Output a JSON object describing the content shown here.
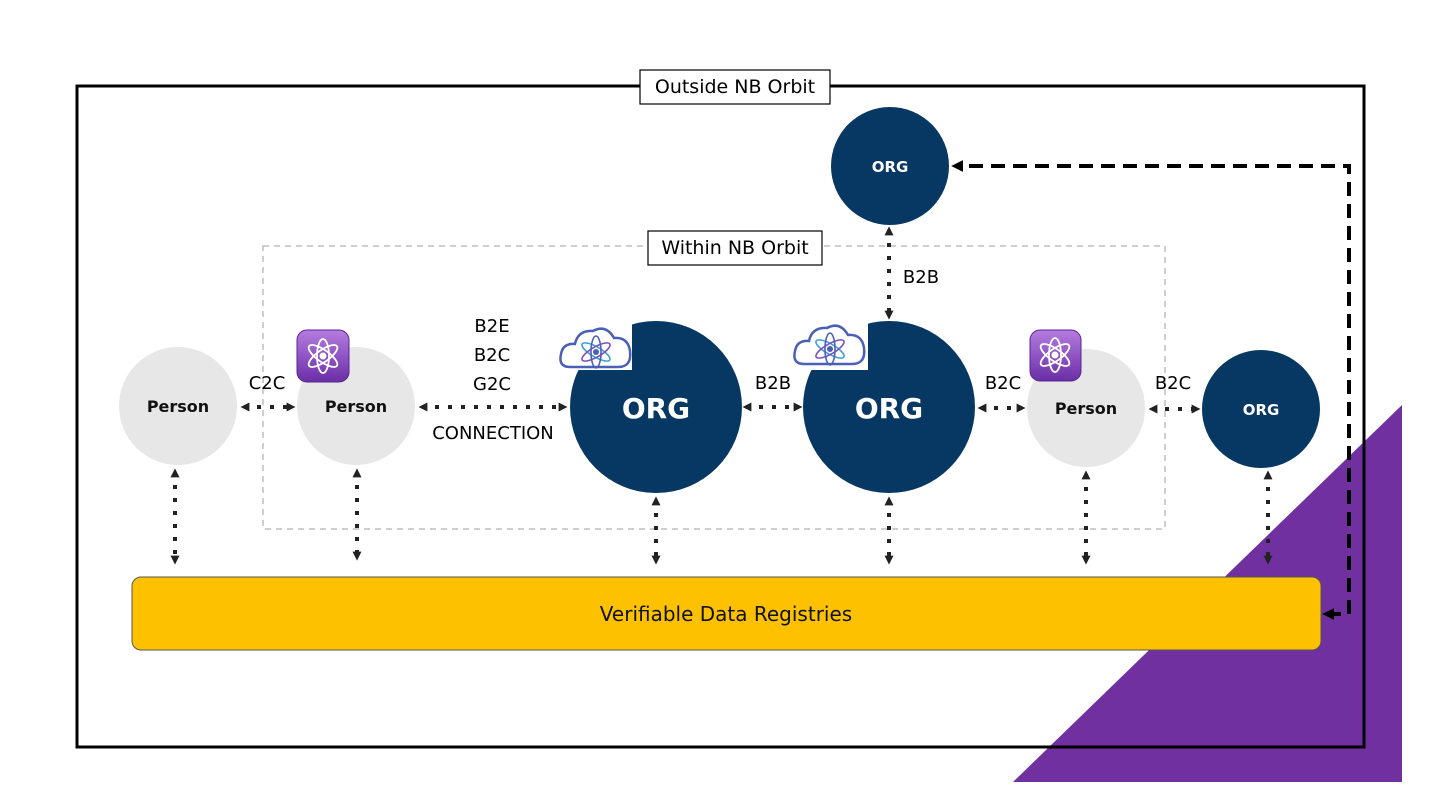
{
  "outer_frame": {
    "label": "Outside NB Orbit"
  },
  "inner_frame": {
    "label": "Within NB Orbit"
  },
  "nodes": {
    "person_1": "Person",
    "person_2": "Person",
    "org_center_left": "ORG",
    "org_center_right": "ORG",
    "person_3": "Person",
    "org_far_right": "ORG",
    "org_top": "ORG"
  },
  "edges": {
    "c2c": "C2C",
    "b2e": "B2E",
    "b2c_left": "B2C",
    "g2c": "G2C",
    "connection": "CONNECTION",
    "b2b_center": "B2B",
    "b2b_top": "B2B",
    "b2c_mid": "B2C",
    "b2c_right": "B2C"
  },
  "registry": {
    "label": "Verifiable Data Registries"
  },
  "colors": {
    "org_navy": "#073763",
    "person_gray": "#e7e7e7",
    "registry_yellow": "#fdc100",
    "accent_purple": "#7030a0",
    "frame_black": "#000000",
    "inner_frame_gray": "#bfbfbf"
  },
  "icons": {
    "wallet_app": "atom-app-icon",
    "cloud_agent": "atom-cloud-icon"
  }
}
